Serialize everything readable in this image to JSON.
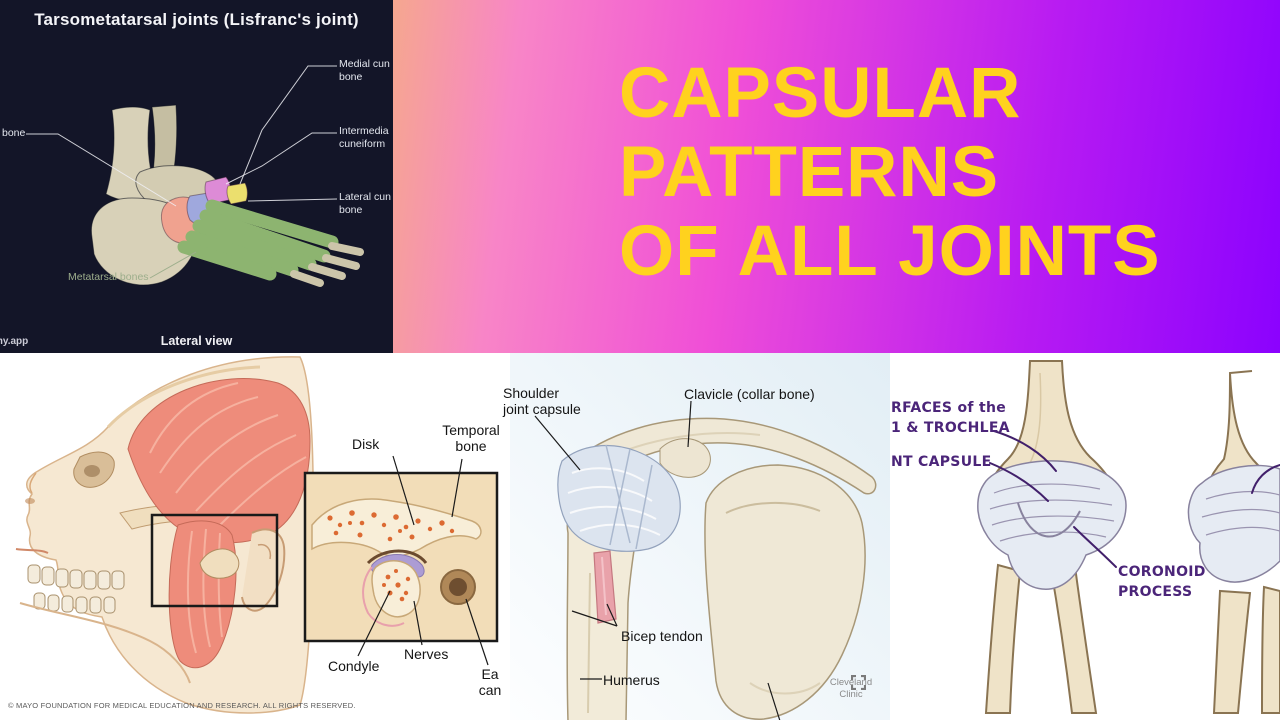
{
  "foot": {
    "title": "Tarsometatarsal joints (Lisfranc's joint)",
    "watermark": "my.app",
    "view_label": "Lateral view",
    "labels": {
      "left_bone": "bone",
      "medial": "Medial cun\nbone",
      "intermediate": "Intermedia\ncuneiform",
      "lateral": "Lateral cun\nbone",
      "metatarsal": "Metatarsal bones"
    },
    "colors": {
      "background": "#131528",
      "metatarsal_green": "#8DB470",
      "cuboid_salmon": "#F0A28F",
      "lateral_cuneiform_lavender": "#9FA8DD",
      "intermediate_cuneiform_pink": "#DD8BD6",
      "medial_cuneiform_yellow": "#EBDF6E"
    }
  },
  "hero": {
    "lines": [
      "CAPSULAR",
      "PATTERNS",
      "OF ALL JOINTS"
    ],
    "text_color": "#FFD21E",
    "gradient_left": "#F5A78F",
    "gradient_mid": "#F04FD7",
    "gradient_right": "#8B02FE"
  },
  "tmj": {
    "labels": {
      "disk": "Disk",
      "temporal_bone": "Temporal\nbone",
      "condyle": "Condyle",
      "nerves": "Nerves",
      "ear_canal": "Ea\ncan"
    },
    "copyright": "© MAYO FOUNDATION FOR MEDICAL EDUCATION AND RESEARCH. ALL RIGHTS RESERVED."
  },
  "shoulder": {
    "labels": {
      "joint_capsule": "Shoulder\njoint capsule",
      "clavicle": "Clavicle (collar bone)",
      "bicep_tendon": "Bicep tendon",
      "humerus": "Humerus"
    },
    "logo_text": "Cleveland\nClinic"
  },
  "elbow": {
    "labels": {
      "surfaces": "RFACES of the\n1 & TROCHLEA",
      "joint_capsule": "NT CAPSULE",
      "coronoid": "CORONOID\nPROCESS"
    },
    "label_color": "#4B2579"
  }
}
